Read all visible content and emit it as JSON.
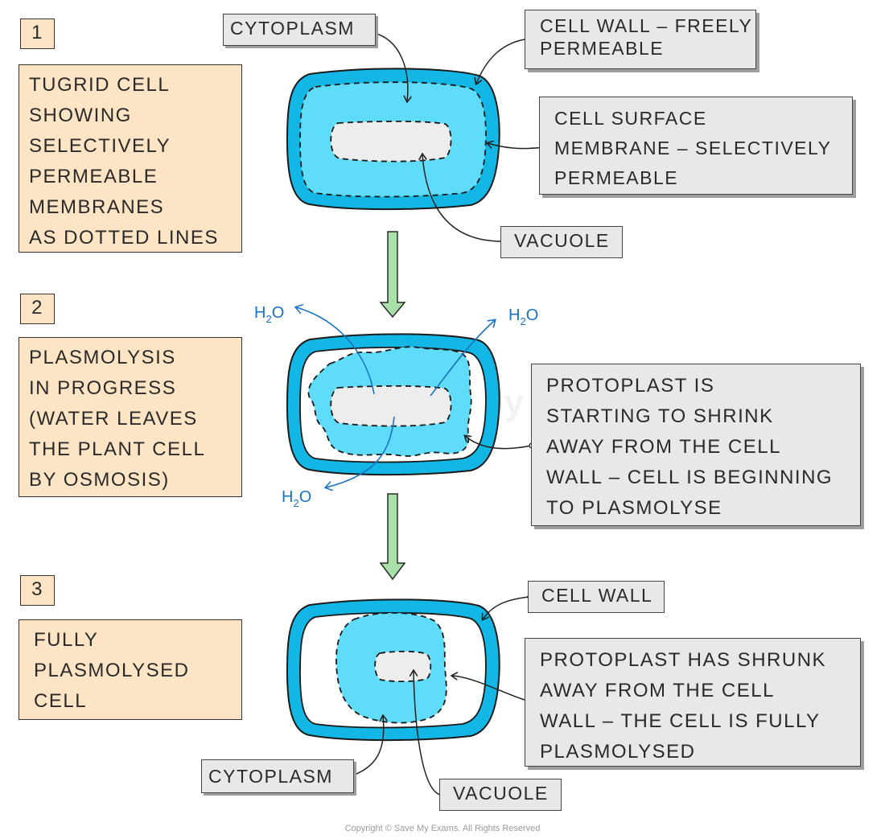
{
  "steps": [
    {
      "number": "1",
      "description": [
        "TUGRID CELL",
        "SHOWING",
        "SELECTIVELY",
        "PERMEABLE",
        "MEMBRANES",
        "AS DOTTED LINES"
      ],
      "labels": {
        "cytoplasm": "CYTOPLASM",
        "cell_wall": [
          "CELL WALL – FREELY",
          "PERMEABLE"
        ],
        "membrane": [
          "CELL SURFACE",
          "MEMBRANE – SELECTIVELY",
          "PERMEABLE"
        ],
        "vacuole": "VACUOLE"
      }
    },
    {
      "number": "2",
      "description": [
        "PLASMOLYSIS",
        "IN PROGRESS",
        "(WATER LEAVES",
        "THE PLANT CELL",
        "BY OSMOSIS)"
      ],
      "labels": {
        "protoplast": [
          "PROTOPLAST IS",
          "STARTING TO SHRINK",
          "AWAY FROM THE CELL",
          "WALL – CELL IS BEGINNING",
          "TO PLASMOLYSE"
        ],
        "water": [
          "H",
          "2",
          "O"
        ]
      }
    },
    {
      "number": "3",
      "description": [
        "FULLY",
        "PLASMOLYSED",
        "CELL"
      ],
      "labels": {
        "cell_wall": "CELL WALL",
        "protoplast": [
          "PROTOPLAST HAS SHRUNK",
          "AWAY FROM THE CELL",
          "WALL – THE CELL IS FULLY",
          "PLASMOLYSED"
        ],
        "cytoplasm": "CYTOPLASM",
        "vacuole": "VACUOLE"
      }
    }
  ],
  "watermark": "Save My Exams",
  "copyright": "Copyright © Save My Exams. All Rights Reserved",
  "colors": {
    "cell_wall": "#12b7e6",
    "cytoplasm": "#5fdcfa",
    "vacuole": "#ededed",
    "arrow": "#a8e0a8",
    "water": "#1a73c2",
    "box_fill": "#fde4c5",
    "tag_fill": "#e8e8e8"
  }
}
